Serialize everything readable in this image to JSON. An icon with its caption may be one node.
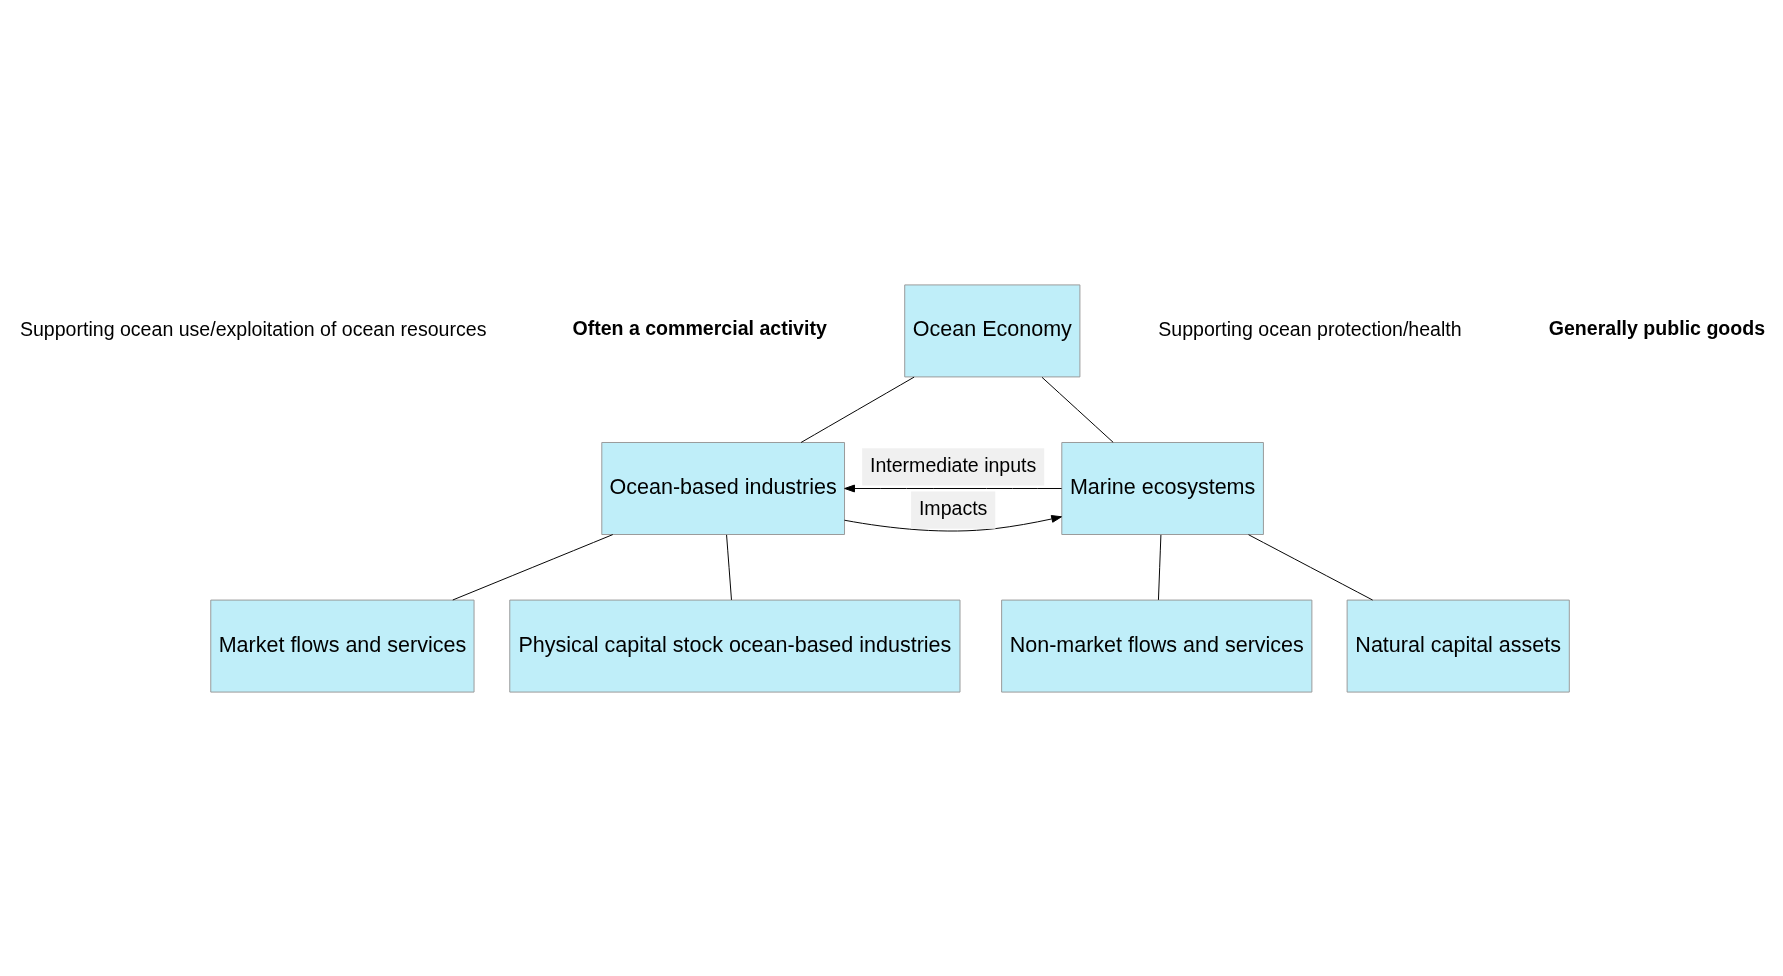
{
  "diagram": {
    "nodes": [
      {
        "text": [
          "Ocean Economy"
        ]
      },
      {
        "text": [
          "Ocean-based industries"
        ]
      },
      {
        "text": [
          "Marine ecosystems"
        ]
      },
      {
        "text": [
          "Market flows and services"
        ]
      },
      {
        "text": [
          "Physical capital stock ocean-based industries"
        ]
      },
      {
        "text": [
          "Non-market flows and services"
        ]
      },
      {
        "text": [
          "Natural capital assets"
        ]
      }
    ],
    "edges": [
      {
        "from": 0,
        "to": 1,
        "arrow": "none"
      },
      {
        "from": 0,
        "to": 2,
        "arrow": "none"
      },
      {
        "from": 2,
        "to": 1,
        "arrow": "to",
        "label": "Intermediate inputs"
      },
      {
        "from": 1,
        "to": 2,
        "arrow": "to",
        "label": "Impacts"
      },
      {
        "from": 1,
        "to": 3,
        "arrow": "none"
      },
      {
        "from": 1,
        "to": 4,
        "arrow": "none"
      },
      {
        "from": 2,
        "to": 5,
        "arrow": "none"
      },
      {
        "from": 2,
        "to": 6,
        "arrow": "none"
      }
    ],
    "labels": [
      "Supporting ocean use/exploitation of ocean resources",
      "Often a commercial activity",
      "Supporting ocean protection/health",
      "Generally public goods"
    ]
  }
}
